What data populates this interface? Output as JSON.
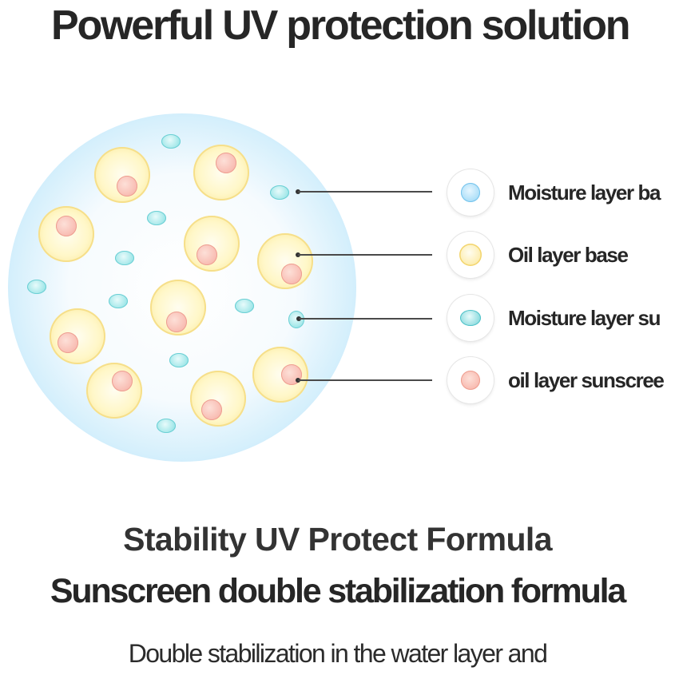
{
  "heading": "Powerful UV protection solution",
  "legend": [
    {
      "label": "Moisture layer ba",
      "icon": "moisture-layer-base-icon",
      "color": "#8fd3f5"
    },
    {
      "label": "Oil layer base",
      "icon": "oil-layer-base-icon",
      "color": "#fbe58f"
    },
    {
      "label": "Moisture layer su",
      "icon": "moisture-layer-sunscreen-icon",
      "color": "#6bcfd4"
    },
    {
      "label": "oil layer sunscree",
      "icon": "oil-layer-sunscreen-icon",
      "color": "#f6aba0"
    }
  ],
  "subtitle_1": "Stability UV Protect Formula",
  "subtitle_2": "Sunscreen double stabilization formula",
  "body": "Double stabilization in the water layer and"
}
